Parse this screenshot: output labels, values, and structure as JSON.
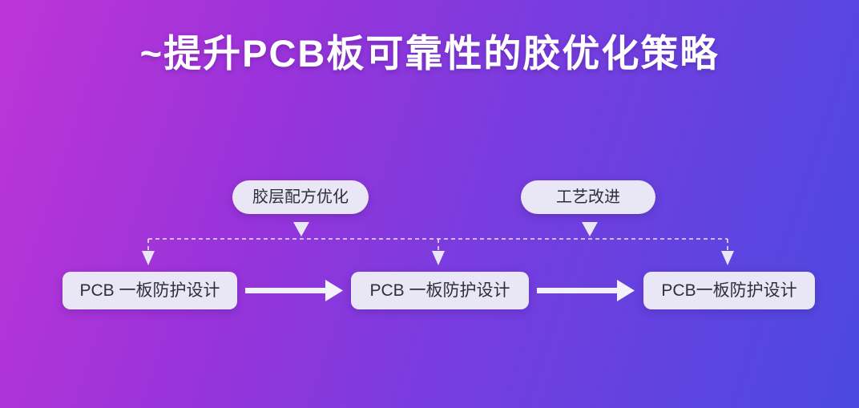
{
  "slide": {
    "title": "~提升PCB板可靠性的胶优化策略"
  },
  "colors": {
    "background_gradient_start": "#bd35d6",
    "background_gradient_end": "#4b49e0",
    "node_background": "#e9e6f6",
    "node_text": "#2f2f3a",
    "connector": "#e9e6f6",
    "arrow": "#f4f2fb",
    "title_text": "#ffffff"
  },
  "diagram": {
    "top_nodes": [
      {
        "label": "胶层配方优化"
      },
      {
        "label": "工艺改进"
      }
    ],
    "bottom_nodes": [
      {
        "label": "PCB 一板防护设计"
      },
      {
        "label": "PCB 一板防护设计"
      },
      {
        "label": "PCB一板防护设计"
      }
    ]
  }
}
